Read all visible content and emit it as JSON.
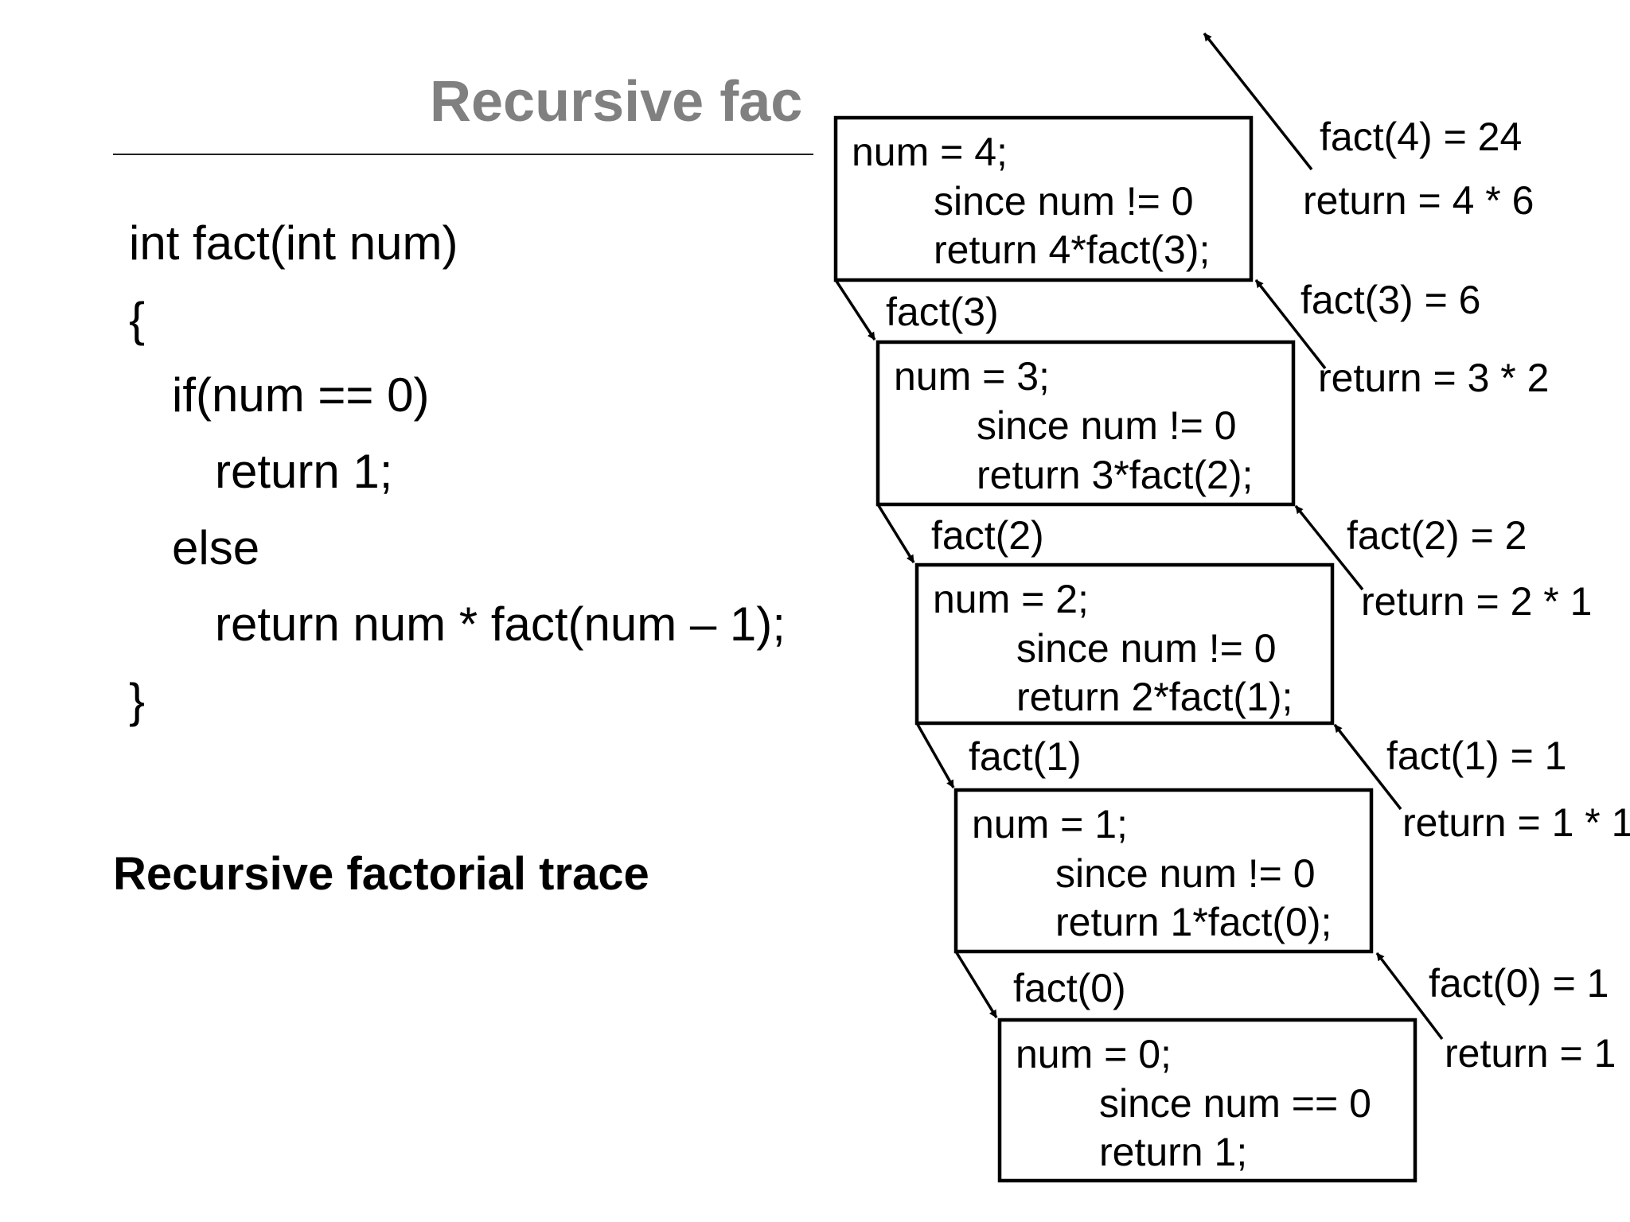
{
  "slide": {
    "title": "Recursive fac",
    "caption": "Recursive factorial trace"
  },
  "code": {
    "lines": [
      "int fact(int num)",
      "{",
      "if(num == 0)",
      "return 1;",
      "else",
      "return num * fact(num – 1);",
      "}"
    ]
  },
  "trace": {
    "frames": [
      {
        "lines": [
          "num = 4;",
          "since num != 0",
          "return 4*fact(3);"
        ]
      },
      {
        "lines": [
          "num = 3;",
          "since num != 0",
          "return 3*fact(2);"
        ]
      },
      {
        "lines": [
          "num = 2;",
          "since num != 0",
          "return 2*fact(1);"
        ]
      },
      {
        "lines": [
          "num = 1;",
          "since num != 0",
          "return 1*fact(0);"
        ]
      },
      {
        "lines": [
          "num = 0;",
          "since num == 0",
          "return 1;"
        ]
      }
    ],
    "call_labels": [
      "fact(3)",
      "fact(2)",
      "fact(1)",
      "fact(0)"
    ],
    "return_results": [
      {
        "result": "fact(4) = 24",
        "expression": "return = 4 * 6"
      },
      {
        "result": "fact(3) = 6",
        "expression": "return = 3 * 2"
      },
      {
        "result": "fact(2) = 2",
        "expression": "return = 2 * 1"
      },
      {
        "result": "fact(1) = 1",
        "expression": "return = 1 * 1"
      },
      {
        "result": "fact(0) = 1",
        "expression": "return = 1"
      }
    ]
  }
}
